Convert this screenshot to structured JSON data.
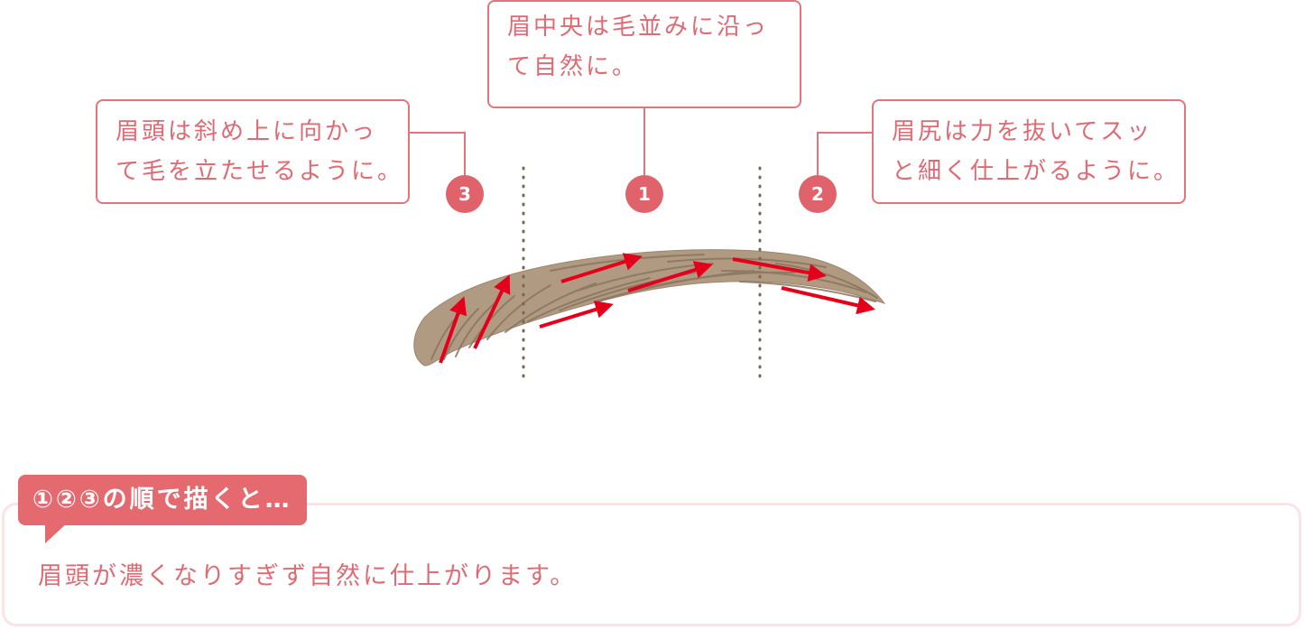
{
  "callouts": {
    "center": {
      "line1": "眉中央は毛並みに沿っ",
      "line2": "て自然に。"
    },
    "head": {
      "line1": "眉頭は斜め上に向かっ",
      "line2": "て毛を立たせるように。"
    },
    "tail": {
      "line1": "眉尻は力を抜いてスッ",
      "line2": "と細く仕上がるように。"
    }
  },
  "badges": {
    "center": "1",
    "tail": "2",
    "head": "3"
  },
  "summary": {
    "tab_label": "①②③の順で描くと…",
    "text": "眉頭が濃くなりすぎず自然に仕上がります。"
  },
  "colors": {
    "accent": "#e0636b",
    "callout_border": "#e4747b",
    "eyebrow_fill": "#b09a82",
    "eyebrow_stroke": "#8a7560",
    "arrow": "#e4001a",
    "divider": "#7a6654",
    "result_border": "#fbe3e6"
  },
  "icons": {
    "arrow": "red-arrow-icon",
    "eyebrow": "eyebrow-illustration"
  }
}
